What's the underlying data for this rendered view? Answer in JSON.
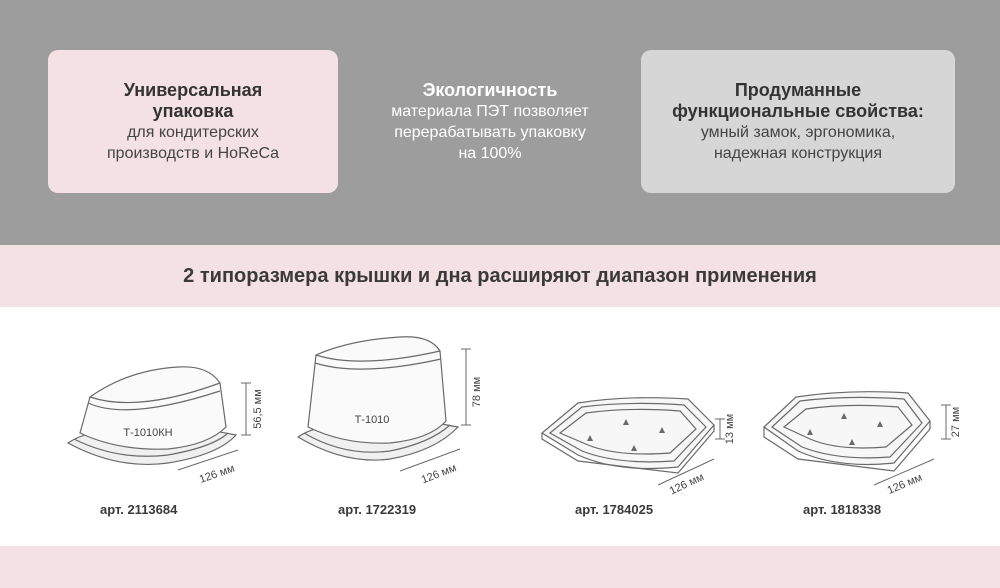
{
  "features": [
    {
      "head": [
        "Универсальная",
        "упаковка"
      ],
      "body": [
        "для кондитерских",
        "производств и HoReCa"
      ]
    },
    {
      "head": [
        "Экологичность"
      ],
      "body": [
        "материала ПЭТ позволяет",
        "перерабатывать упаковку",
        "на 100%"
      ]
    },
    {
      "head": [
        "Продуманные",
        "функциональные свойства:"
      ],
      "body": [
        "умный замок, эргономика,",
        "надежная конструкция"
      ]
    }
  ],
  "section_title": "2 типоразмера крышки и дна расширяют диапазон применения",
  "products": [
    {
      "label": "Т-1010КН",
      "height": "56,5 мм",
      "width": "126 мм",
      "art": "арт. 2113684"
    },
    {
      "label": "Т-1010",
      "height": "78 мм",
      "width": "126 мм",
      "art": "арт. 1722319"
    },
    {
      "label": "",
      "height": "13 мм",
      "width": "126 мм",
      "art": "арт. 1784025"
    },
    {
      "label": "",
      "height": "27 мм",
      "width": "126 мм",
      "art": "арт. 1818338"
    }
  ],
  "colors": {
    "gray": "#9d9d9d",
    "pink": "#f4e1e3",
    "light_gray": "#d6d6d6",
    "line": "#6a6a6a"
  }
}
